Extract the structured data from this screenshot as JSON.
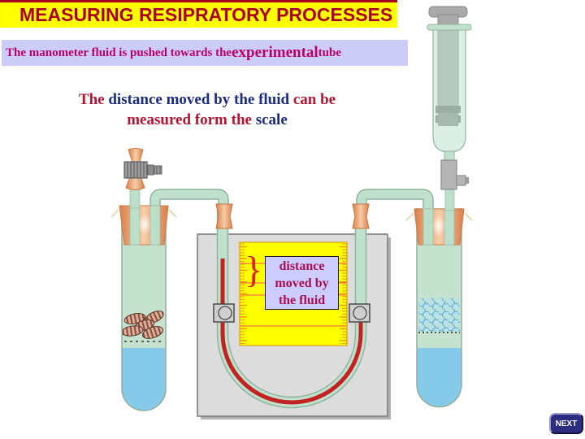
{
  "header": {
    "title": "MEASURING RESIPRATORY PROCESSES"
  },
  "banner": {
    "pre": "The manometer fluid is pushed towards the ",
    "emphasis": "experimental",
    "post": " tube"
  },
  "statement": {
    "r1": "The ",
    "b1": "distance moved by the fluid",
    "r2": " can be",
    "r3": "measured form the ",
    "b2": "scale"
  },
  "diagram": {
    "fluid_label": "distance\nmoved by\nthe fluid",
    "brace": "}"
  },
  "footer": {
    "next": "NEXT"
  },
  "colors": {
    "title_bg": "#ffff00",
    "title_text": "#aa0022",
    "banner_bg": "#ccccf8",
    "banner_text": "#bb0066",
    "statement_red": "#b51531",
    "statement_blue": "#1c2c7c",
    "label_bg": "#ccccff",
    "label_text": "#aa1050",
    "manometer_fluid_red": "#c42222",
    "glass_green": "#c5e2cf",
    "liquid_blue": "#85cbe9",
    "bung_orange": "#ee9966",
    "ruler_yellow": "#ffff00",
    "ruler_tick_orange": "#e09000",
    "panel_gray": "#dcdcdc",
    "next_bg": "#2d2d7f"
  }
}
